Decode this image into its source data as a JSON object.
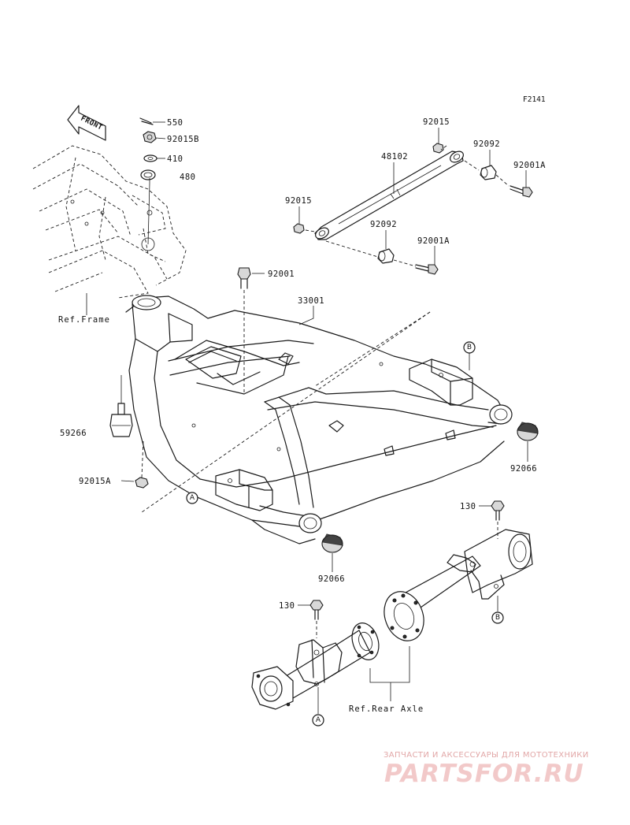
{
  "diagram": {
    "code": "F2141",
    "front_label": "FRONT",
    "labels": {
      "p550": "550",
      "p92015B": "92015B",
      "p410": "410",
      "p480": "480",
      "p92015_top": "92015",
      "p48102": "48102",
      "p92092_top": "92092",
      "p92001A_top": "92001A",
      "p92015_left": "92015",
      "p92092_mid": "92092",
      "p92001A_mid": "92001A",
      "p92001": "92001",
      "p33001": "33001",
      "p59266": "59266",
      "p92015A": "92015A",
      "p92066_right": "92066",
      "p92066_left": "92066",
      "p130_right": "130",
      "p130_left": "130"
    },
    "refs": {
      "frame": "Ref.Frame",
      "rear_axle": "Ref.Rear Axle"
    },
    "markers": {
      "A": "A",
      "B": "B"
    }
  },
  "watermark": {
    "tagline": "ЗАПЧАСТИ И АКСЕССУАРЫ ДЛЯ МОТОТЕХНИКИ",
    "brand": "PARTSFOR.RU",
    "color": "#f2c9c9"
  }
}
